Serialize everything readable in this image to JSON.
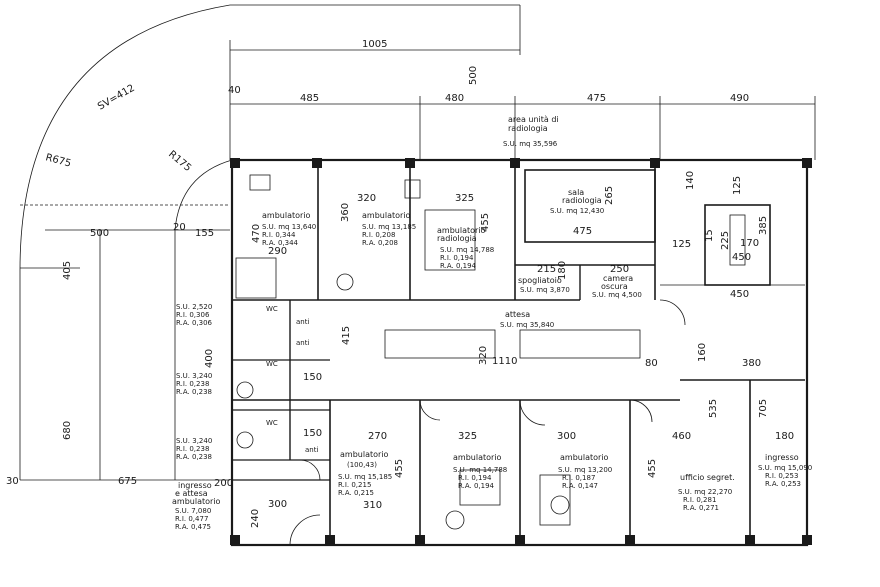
{
  "dimensions": {
    "top_1005": "1005",
    "top_500": "500",
    "top_40": "40",
    "top_485": "485",
    "top_480": "480",
    "top_475": "475",
    "top_490": "490",
    "left_500": "500",
    "left_155": "155",
    "left_20": "20",
    "left_405": "405",
    "left_680": "680",
    "left_675": "675",
    "left_30": "30",
    "left_400": "400",
    "radius_r675": "R675",
    "radius_r175": "R175",
    "sv_412": "SV=412",
    "d_470": "470",
    "d_290": "290",
    "d_320": "320",
    "d_360": "360",
    "d_325": "325",
    "d_455": "455",
    "d_475": "475",
    "d_265": "265",
    "d_215": "215",
    "d_180": "180",
    "d_250": "250",
    "d_450": "450",
    "d_415": "415",
    "d_320b": "320",
    "d_1110": "1110",
    "d_80": "80",
    "d_380": "380",
    "d_160": "160",
    "d_535": "535",
    "d_705": "705",
    "d_270": "270",
    "d_325b": "325",
    "d_300": "300",
    "d_460": "460",
    "d_180b": "180",
    "d_455b": "455",
    "d_455c": "455",
    "d_150": "150",
    "d_150b": "150",
    "d_300b": "300",
    "d_310": "310",
    "d_240": "240",
    "d_200": "200",
    "d_140": "140",
    "d_125": "125",
    "d_170": "170",
    "d_385": "385",
    "d_225": "225",
    "d_15": "15",
    "d_450b": "450",
    "d_125b": "125"
  },
  "rooms": {
    "ambulatorio_1": {
      "name": "ambulatorio",
      "su": "S.U. mq 13,640",
      "ri": "R.I. 0,344",
      "ra": "R.A. 0,344"
    },
    "ambulatorio_2": {
      "name": "ambulatorio",
      "su": "S.U. mq 13,185",
      "ri": "R.I. 0,208",
      "ra": "R.A. 0,208"
    },
    "ambulatorio_radiologia": {
      "name": "ambulatorio",
      "name2": "radiologia",
      "su": "S.U. mq 14,788",
      "ri": "R.I. 0,194",
      "ra": "R.A. 0,194"
    },
    "sala_radiologia": {
      "name": "sala",
      "name2": "radiologia",
      "su": "S.U. mq 12,430"
    },
    "area_radiologia": {
      "name": "area unità di",
      "name2": "radiologia",
      "su": "S.U. mq 35,596"
    },
    "spogliatoio": {
      "name": "spogliatoio",
      "su": "S.U. mq 3,870"
    },
    "camera_oscura": {
      "name": "camera",
      "name2": "oscura",
      "su": "S.U. mq 4,500"
    },
    "attesa": {
      "name": "attesa",
      "su": "S.U. mq 35,840"
    },
    "ambulatorio_3": {
      "name": "ambulatorio",
      "su": "S.U. mq 15,185",
      "ri": "R.I. 0,215",
      "ra": "R.A. 0,215",
      "extra": "(100,43)"
    },
    "ambulatorio_4": {
      "name": "ambulatorio",
      "su": "S.U. mq 14,788",
      "ri": "R.I. 0,194",
      "ra": "R.A. 0,194"
    },
    "ambulatorio_5": {
      "name": "ambulatorio",
      "su": "S.U. mq 13,200",
      "ri": "R.I. 0,187",
      "ra": "R.A. 0,147"
    },
    "ufficio": {
      "name": "ufficio segret.",
      "su": "S.U. mq 22,270",
      "ri": "R.I. 0,281",
      "ra": "R.A. 0,271"
    },
    "ingresso": {
      "name": "ingresso",
      "su": "S.U. mq 15,090",
      "ri": "R.I. 0,253",
      "ra": "R.A. 0,253"
    },
    "ingresso_attesa": {
      "name": "ingresso",
      "name2": "e attesa",
      "name3": "ambulatorio",
      "su": "S.U. 7,080",
      "ri": "R.I. 0,477",
      "ra": "R.A. 0,475"
    },
    "wc_1": {
      "su": "S.U. 2,520",
      "ri": "R.I. 0,306",
      "ra": "R.A. 0,306"
    },
    "wc_2": {
      "su": "S.U. 3,240",
      "ri": "R.I. 0,238",
      "ra": "R.A. 0,238"
    },
    "wc_3": {
      "su": "S.U. 3,240",
      "ri": "R.I. 0,238",
      "ra": "R.A. 0,238"
    },
    "anti_1": "anti",
    "anti_2": "anti",
    "anti_3": "anti",
    "wc_label_1": "WC",
    "wc_label_2": "WC",
    "wc_label_3": "WC"
  },
  "colors": {
    "line": "#1a1a1a",
    "paper": "#ffffff"
  }
}
